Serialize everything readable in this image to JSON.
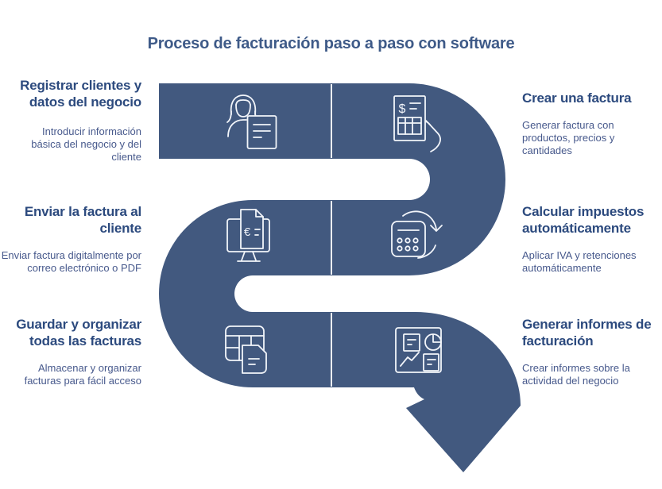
{
  "title": "Proceso de facturación paso a paso con software",
  "colors": {
    "flow_shape": "#42597F",
    "heading_text": "#3E5A88",
    "step_title_text": "#2C4A7E",
    "step_description_text": "#47598C",
    "icon_stroke": "#F2F5FA",
    "cell_divider": "#FFFFFF"
  },
  "steps": [
    {
      "id": 1,
      "side": "left",
      "title": "Registrar clientes y datos del negocio",
      "description": "Introducir información básica del negocio y del cliente",
      "icon": "person-document-icon"
    },
    {
      "id": 2,
      "side": "right",
      "title": "Crear una factura",
      "description": "Generar factura con productos, precios y cantidades",
      "icon": "invoice-hand-icon"
    },
    {
      "id": 3,
      "side": "left",
      "title": "Enviar la factura al cliente",
      "description": "Enviar factura digitalmente por correo electrónico o PDF",
      "icon": "monitor-euro-document-icon"
    },
    {
      "id": 4,
      "side": "right",
      "title": "Calcular impuestos automáticamente",
      "description": "Aplicar IVA y retenciones automáticamente",
      "icon": "calculator-refresh-icon"
    },
    {
      "id": 5,
      "side": "left",
      "title": "Guardar y organizar todas las facturas",
      "description": "Almacenar y organizar facturas para fácil acceso",
      "icon": "table-document-icon"
    },
    {
      "id": 6,
      "side": "right",
      "title": "Generar informes de facturación",
      "description": "Crear informes sobre la actividad del negocio",
      "icon": "reports-dashboard-icon"
    }
  ],
  "glyphs": {
    "dollar": "$",
    "euro": "€"
  }
}
